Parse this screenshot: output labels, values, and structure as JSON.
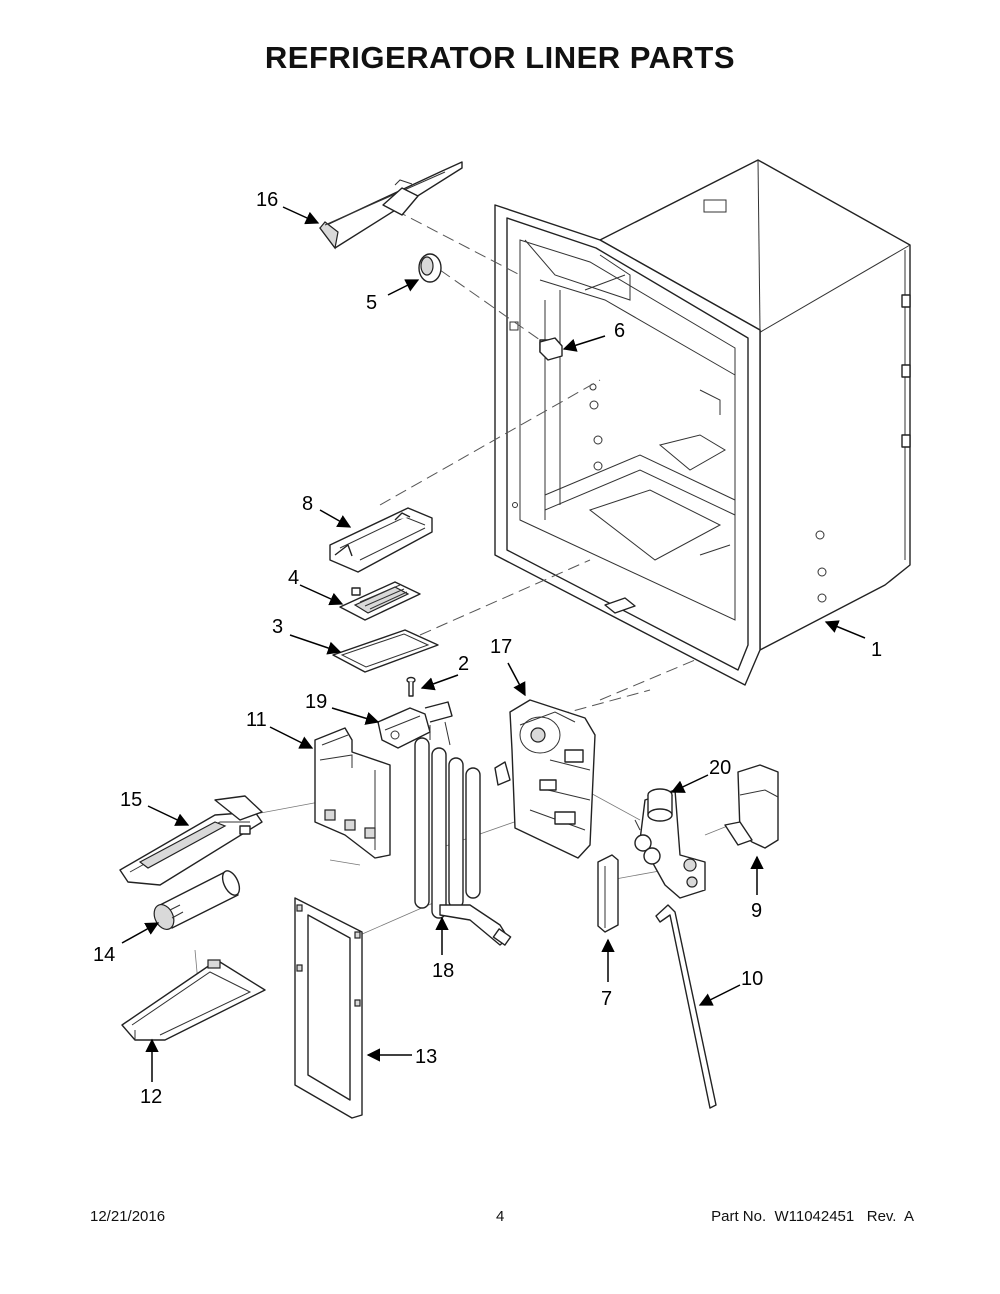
{
  "title": "REFRIGERATOR LINER PARTS",
  "footer": {
    "date": "12/21/2016",
    "page": "4",
    "part_no": "Part No.  W11042451   Rev.  A"
  },
  "callouts": [
    "1",
    "2",
    "3",
    "4",
    "5",
    "6",
    "7",
    "8",
    "9",
    "10",
    "11",
    "12",
    "13",
    "14",
    "15",
    "16",
    "17",
    "18",
    "19",
    "20"
  ]
}
